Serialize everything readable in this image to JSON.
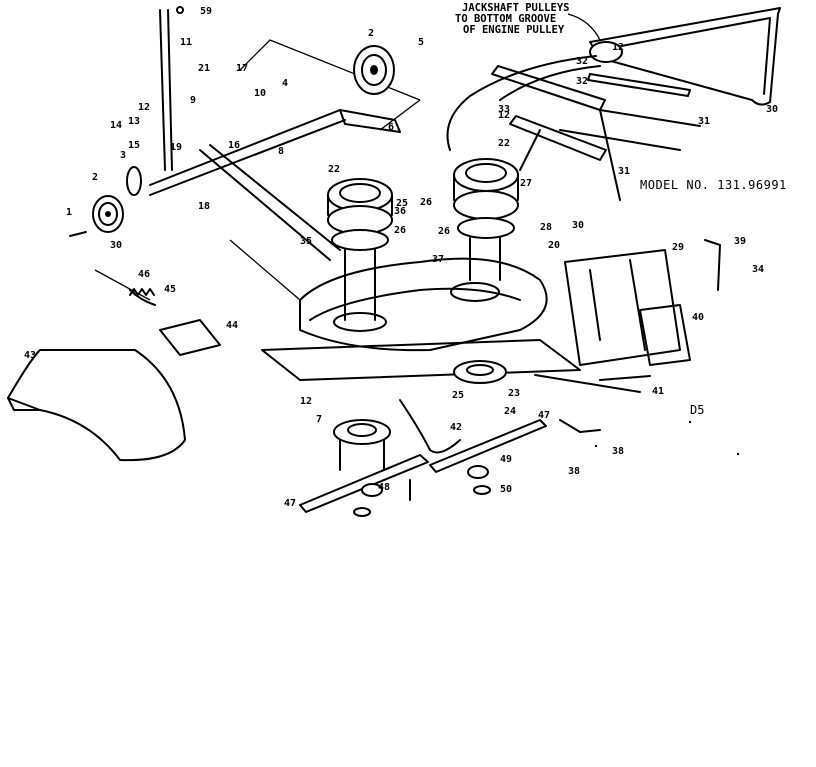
{
  "header_note": {
    "line1": "JACKSHAFT PULLEYS",
    "line2": "TO BOTTOM GROOVE",
    "line3": "OF ENGINE PULLEY"
  },
  "model_label": "MODEL NO. 131.96991",
  "diagram_code": "D5",
  "callouts": [
    "59",
    "11",
    "21",
    "17",
    "12",
    "14",
    "13",
    "15",
    "9",
    "10",
    "4",
    "3",
    "2",
    "1",
    "2",
    "5",
    "6",
    "8",
    "16",
    "18",
    "19",
    "22",
    "22",
    "35",
    "36",
    "37",
    "27",
    "28",
    "29",
    "31",
    "32",
    "33",
    "20",
    "12",
    "30",
    "31",
    "32",
    "39",
    "40",
    "41",
    "42",
    "43",
    "44",
    "45",
    "46",
    "47",
    "47",
    "48",
    "49",
    "50",
    "26",
    "25",
    "34",
    "23",
    "24",
    "38",
    "7",
    "38",
    "12",
    "12",
    "30",
    "30",
    "26",
    "26",
    "25"
  ]
}
